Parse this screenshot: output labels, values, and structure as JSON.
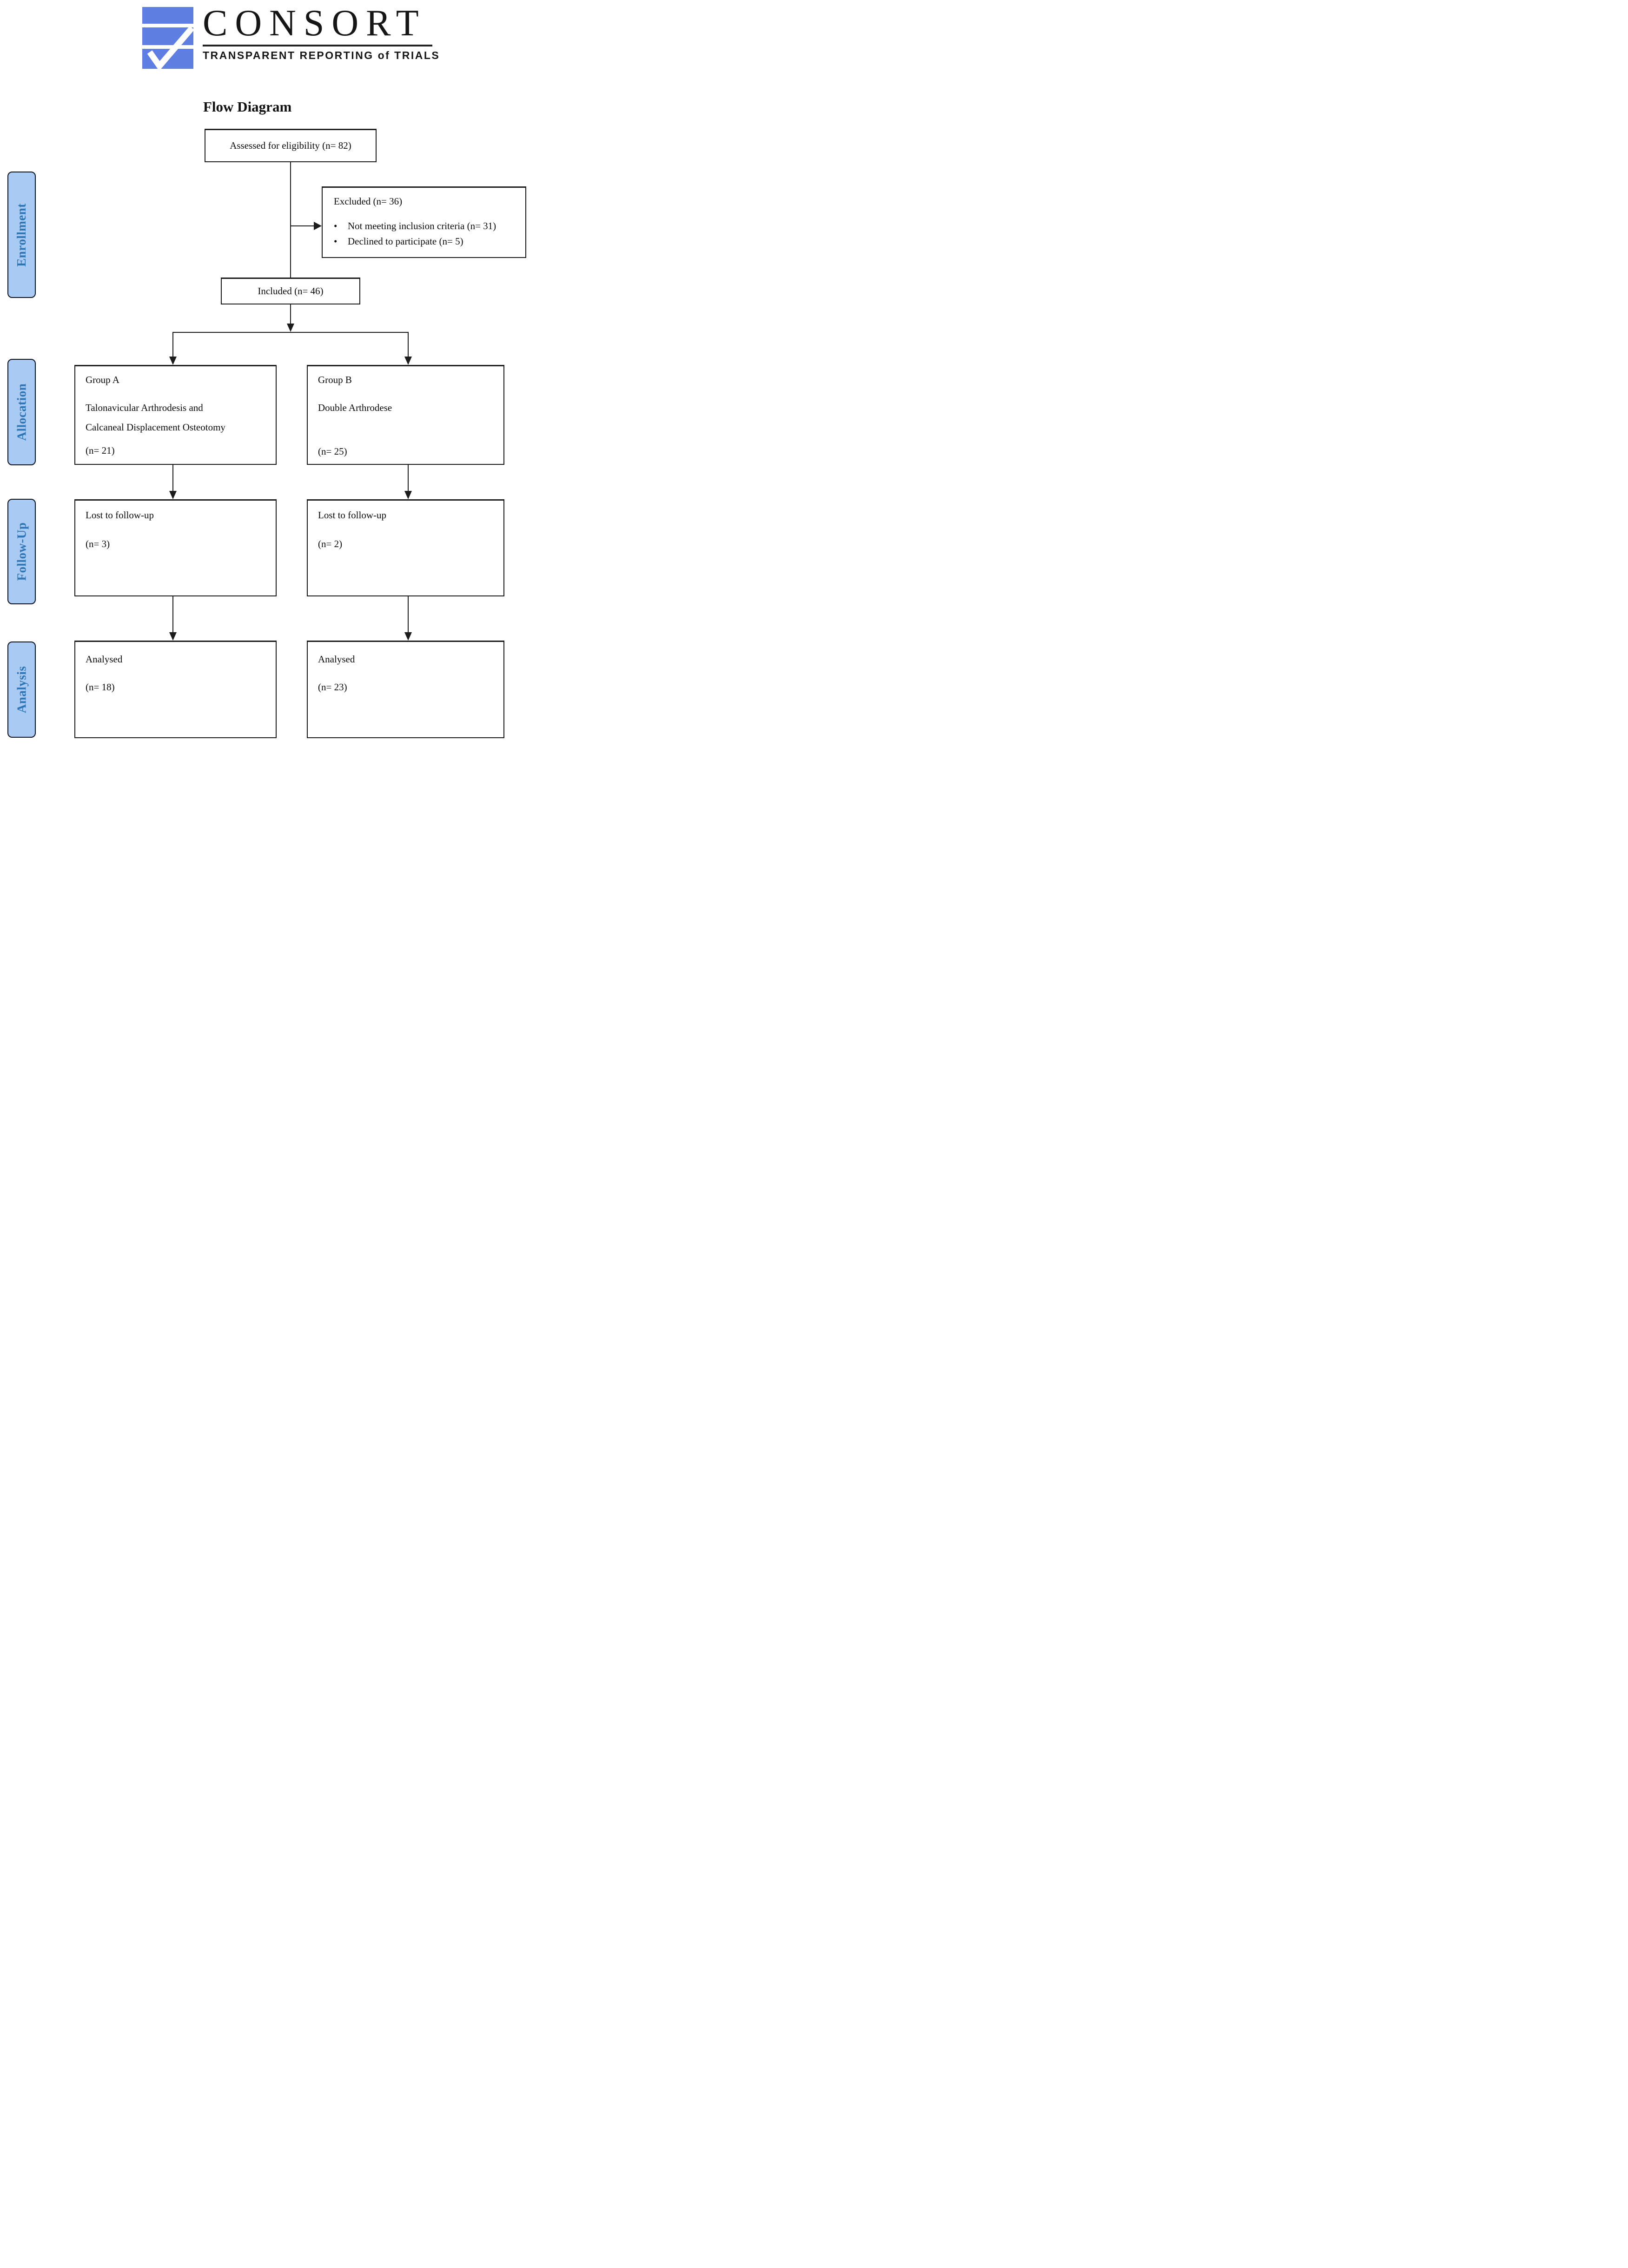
{
  "colors": {
    "logo_blue": "#5e7ee1",
    "sidebar_fill": "#a9cbf3",
    "sidebar_border": "#10131f",
    "sidebar_text": "#2e75b6",
    "line": "#1c1c1c"
  },
  "logo": {
    "brand": "CONSORT",
    "tagline": "TRANSPARENT REPORTING of TRIALS",
    "mark_icon": "consort-checkmark-bars"
  },
  "title": "Flow Diagram",
  "sidebar": {
    "labels": [
      {
        "id": "enrollment",
        "label": "Enrollment"
      },
      {
        "id": "allocation",
        "label": "Allocation"
      },
      {
        "id": "followup",
        "label": "Follow-Up"
      },
      {
        "id": "analysis",
        "label": "Analysis"
      }
    ]
  },
  "flow": {
    "assessed": "Assessed for eligibility (n= 82)",
    "excluded": {
      "title": "Excluded (n= 36)",
      "bullet_glyph": "•",
      "bullets": [
        "Not meeting inclusion criteria (n= 31)",
        "Declined to participate (n= 5)"
      ]
    },
    "included": "Included (n= 46)",
    "group_a": {
      "name": "Group A",
      "desc": "Talonavicular Arthrodesis and Calcaneal Displacement Osteotomy",
      "n": "(n= 21)"
    },
    "group_b": {
      "name": "Group B",
      "desc": "Double Arthrodese",
      "n": "(n= 25)"
    },
    "lost_a": {
      "name": "Lost to follow-up",
      "n": "(n= 3)"
    },
    "lost_b": {
      "name": "Lost to follow-up",
      "n": "(n= 2)"
    },
    "analysed_a": {
      "name": "Analysed",
      "n": "(n= 18)"
    },
    "analysed_b": {
      "name": "Analysed",
      "n": "(n= 23)"
    }
  }
}
